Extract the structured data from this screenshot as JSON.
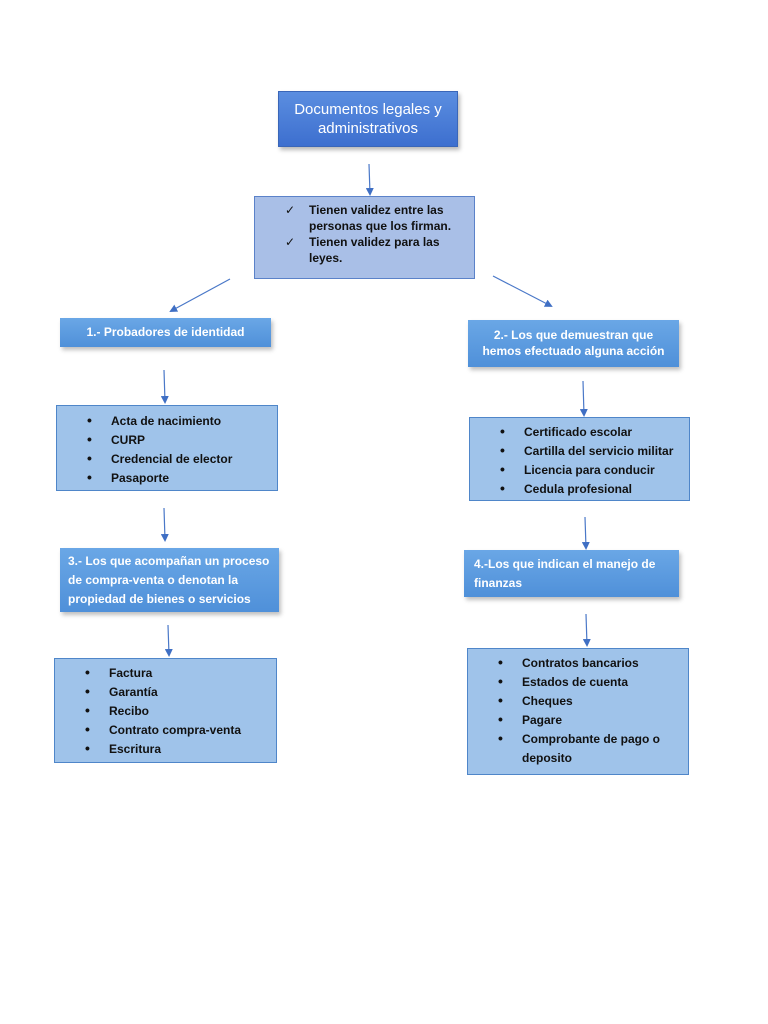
{
  "title": "Documentos legales y administrativos",
  "properties": [
    "Tienen validez entre las personas que los firman.",
    "Tienen validez para las leyes."
  ],
  "categories": [
    {
      "label": "1.- Probadores de identidad",
      "items": [
        "Acta de nacimiento",
        "CURP",
        "Credencial de elector",
        "Pasaporte"
      ]
    },
    {
      "label": "2.- Los que demuestran que hemos efectuado alguna acción",
      "items": [
        "Certificado escolar",
        "Cartilla del servicio militar",
        "Licencia para conducir",
        "Cedula profesional"
      ]
    },
    {
      "label": "3.- Los que acompañan un proceso de compra-venta o denotan la propiedad de bienes o servicios",
      "items": [
        "Factura",
        "Garantía",
        "Recibo",
        "Contrato compra-venta",
        "Escritura"
      ]
    },
    {
      "label": "4.-Los que indican el manejo de finanzas",
      "items": [
        "Contratos bancarios",
        "Estados de cuenta",
        "Cheques",
        "Pagare",
        "Comprobante de pago o deposito"
      ]
    }
  ]
}
